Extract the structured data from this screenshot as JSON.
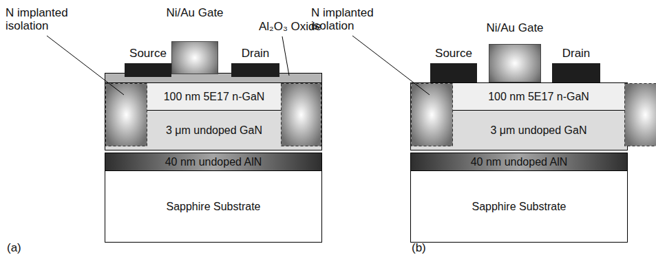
{
  "diagram": {
    "nodes": [
      {
        "text": [
          "Ni/Au Gate"
        ]
      },
      {
        "text": [
          "Source"
        ]
      },
      {
        "text": [
          "Drain"
        ]
      },
      {
        "text": [
          "100 nm 5E17 n-GaN"
        ]
      },
      {
        "text": [
          "3 μm undoped GaN"
        ]
      },
      {
        "text": [
          "40 nm undoped AlN"
        ]
      },
      {
        "text": [
          "Sapphire Substrate"
        ]
      },
      {
        "text": [
          "Ni/Au Gate"
        ]
      },
      {
        "text": [
          "Source"
        ]
      },
      {
        "text": [
          "Drain"
        ]
      },
      {
        "text": [
          "100 nm 5E17 n-GaN"
        ]
      },
      {
        "text": [
          "3 μm undoped GaN"
        ]
      },
      {
        "text": [
          "40 nm undoped AlN"
        ]
      },
      {
        "text": [
          "Sapphire Substrate"
        ]
      }
    ],
    "labels": [
      "N implanted isolation",
      "Al₂O₃ Oxide",
      "(a)",
      "N implanted isolation",
      "(b)"
    ]
  }
}
